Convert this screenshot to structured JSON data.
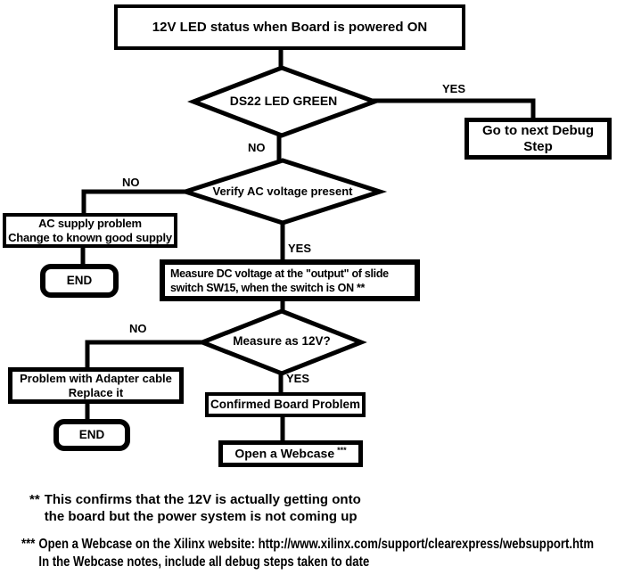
{
  "diagram": {
    "nodes": {
      "title_box": {
        "label": "12V LED status when Board is powered ON"
      },
      "ds22": {
        "label": "DS22 LED GREEN"
      },
      "go_next": {
        "line1": "Go to next Debug",
        "line2": "Step"
      },
      "verify_ac": {
        "label": "Verify AC voltage present"
      },
      "ac_problem": {
        "line1": "AC supply problem",
        "line2": "Change to known good supply"
      },
      "end1": {
        "label": "END"
      },
      "measure_dc": {
        "line1": "Measure DC voltage at the \"output\" of slide",
        "line2": "switch SW15, when the switch is ON **"
      },
      "measure_12v": {
        "label": "Measure as 12V?"
      },
      "adapter": {
        "line1": "Problem with Adapter cable",
        "line2": "Replace it"
      },
      "end2": {
        "label": "END"
      },
      "confirmed": {
        "label": "Confirmed Board Problem"
      },
      "webcase": {
        "label": "Open a Webcase",
        "sup": "***"
      }
    },
    "edge_labels": {
      "yes": "YES",
      "no": "NO"
    },
    "footnotes": {
      "f1": {
        "marker": "**",
        "line1": "This confirms that the 12V is actually getting onto",
        "line2": "the board but the power system is not coming up"
      },
      "f2": {
        "marker": "***",
        "line1": "Open a Webcase on the Xilinx website: http://www.xilinx.com/support/clearexpress/websupport.htm",
        "line2": "In the Webcase notes, include all debug steps taken to date"
      }
    },
    "colors": {
      "line": "#000000",
      "background": "#ffffff",
      "text": "#000000"
    }
  }
}
